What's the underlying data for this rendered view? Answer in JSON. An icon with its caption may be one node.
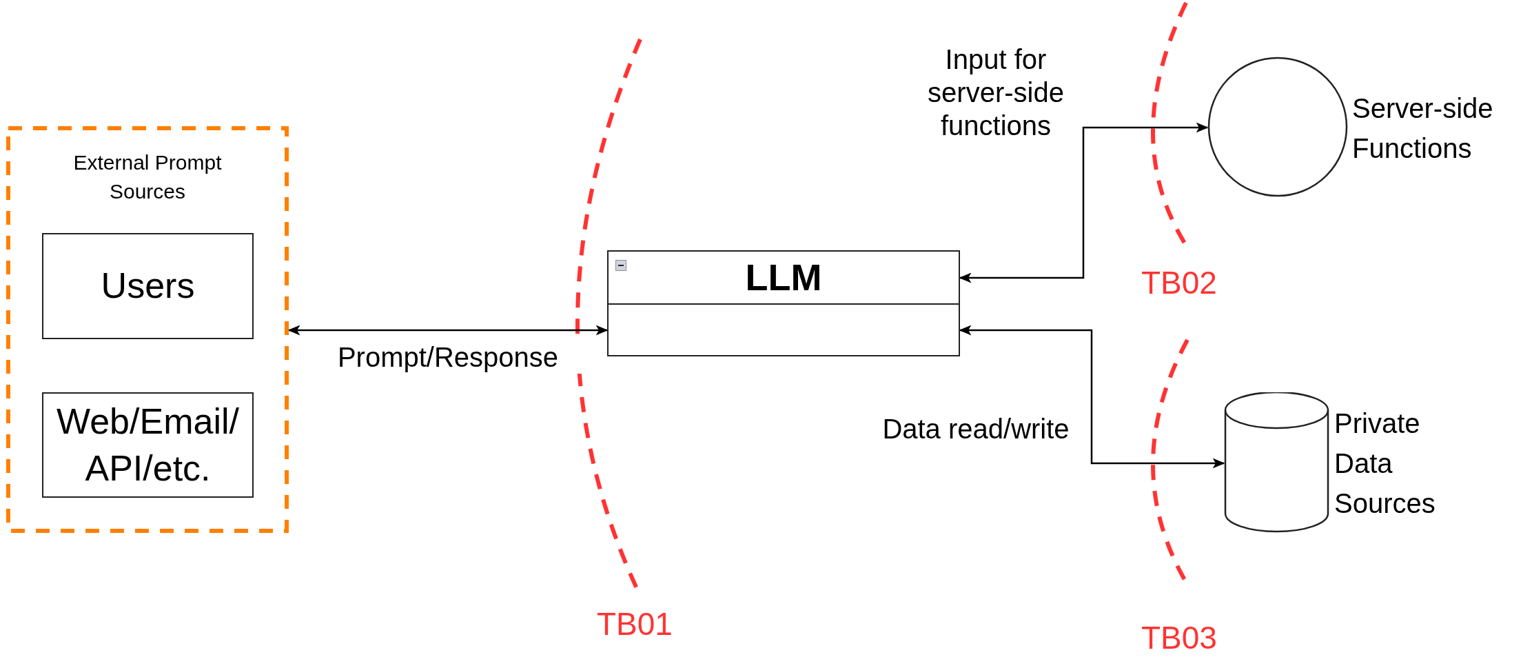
{
  "diagram": {
    "nodes": [
      {
        "text": [
          "External Prompt Sources"
        ]
      },
      {
        "text": [
          "Users"
        ],
        "in": 0
      },
      {
        "text": [
          "Web/Email/ API/etc."
        ],
        "in": 0
      },
      {
        "text": [
          "LLM"
        ]
      },
      {
        "text": [],
        "shape": "circle",
        "beside": [
          "Server-side Functions"
        ]
      },
      {
        "text": [],
        "shape": "cylinder",
        "beside": [
          "Private Data Sources"
        ]
      }
    ],
    "edges": [
      {
        "from": 0,
        "to": 3,
        "arrow": "both",
        "label": "Prompt/Response"
      },
      {
        "from": 3,
        "to": 4,
        "arrow": "both",
        "label": "Input for server-side functions"
      },
      {
        "from": 3,
        "to": 5,
        "arrow": "both",
        "label": "Data read/write"
      }
    ],
    "labels": [
      "TB02",
      "TB01",
      "TB03"
    ]
  }
}
